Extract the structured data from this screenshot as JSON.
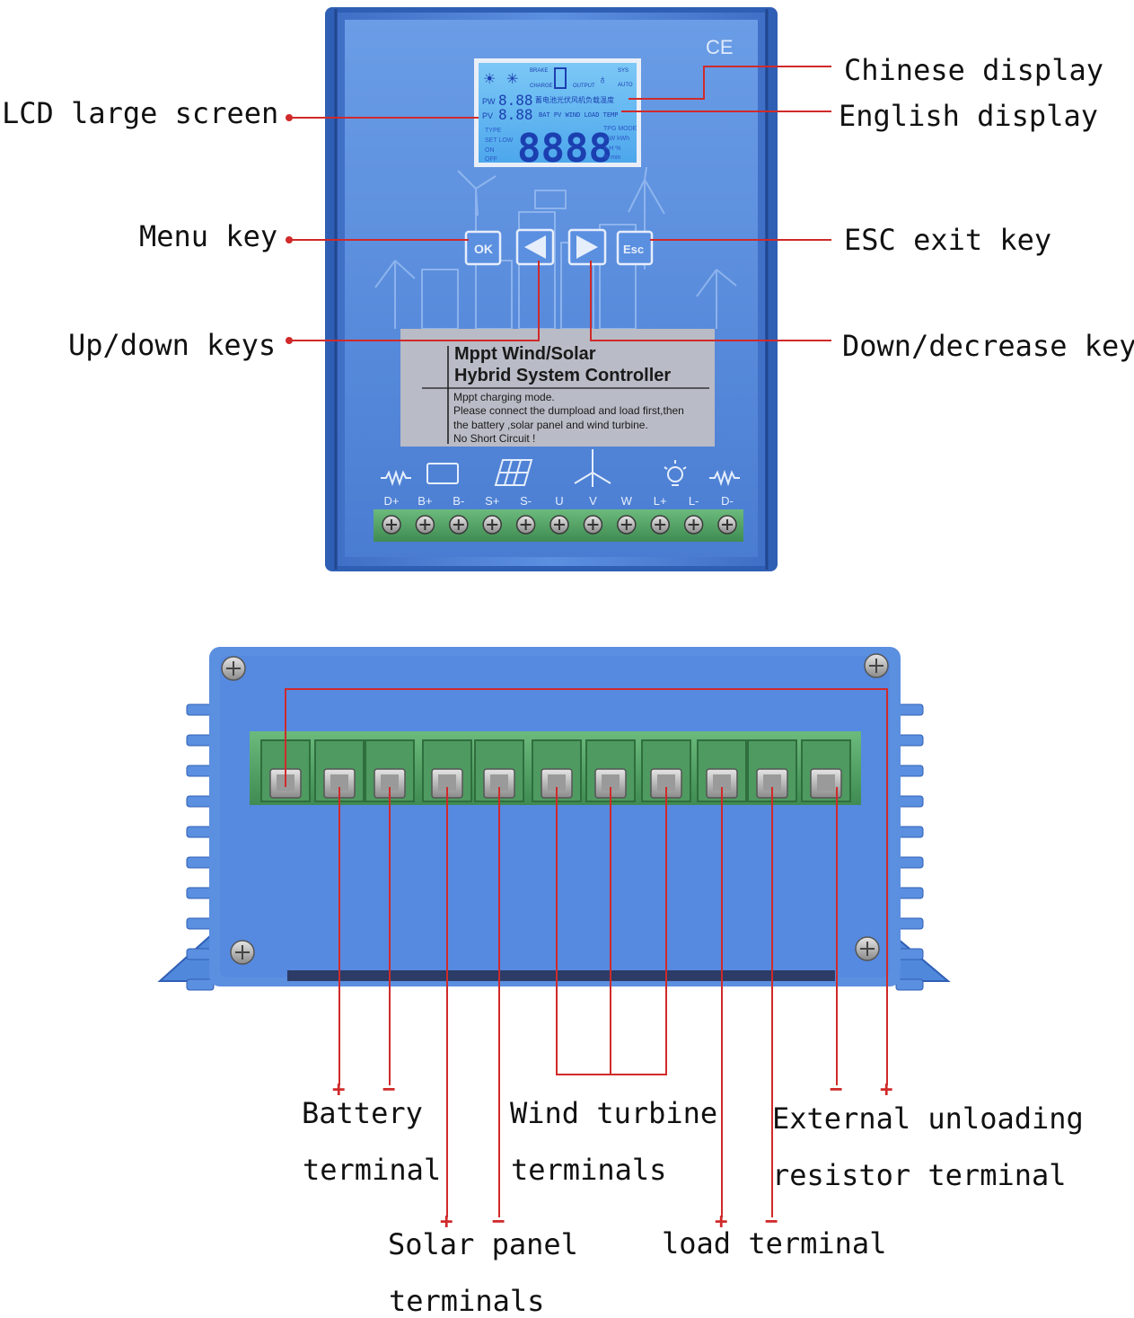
{
  "colors": {
    "leader_line": "#d02a2a",
    "housing_blue": "#4c7fd4",
    "housing_dark": "#2f5fb4",
    "lcd_bg": "#63b8f0",
    "lcd_digit": "#1b3fb0",
    "terminal_green": "#5aa56a",
    "label_text": "#111111",
    "panel_gray": "#b9bcc6"
  },
  "top_view": {
    "ce_mark": "CE",
    "lcd": {
      "pw_label": "PW",
      "pv_label": "PV",
      "small_digits": "8.88",
      "big_digits": "8888",
      "chinese_row": "蓄电池光伏风机负载温度",
      "english_row": "BAT PV WIND LOAD TEMP",
      "top_labels": [
        "BRAKE",
        "CHARGE",
        "OUTPUT",
        "SYS",
        "AUTO"
      ],
      "side_left": [
        "TYPE",
        "SET LOW",
        "ON",
        "OFF"
      ],
      "side_right": [
        "TPG MODE",
        "V W kWh",
        "A H %",
        "% min"
      ]
    },
    "keys": [
      {
        "name": "ok",
        "label": "OK",
        "icon": "ok-key"
      },
      {
        "name": "left",
        "label": "◀",
        "icon": "left-triangle-icon"
      },
      {
        "name": "right",
        "label": "▶",
        "icon": "right-triangle-icon"
      },
      {
        "name": "esc",
        "label": "Esc",
        "icon": "esc-key"
      }
    ],
    "nameplate": {
      "title_line1": "Mppt Wind/Solar",
      "title_line2": "Hybrid System Controller",
      "lines": [
        "Mppt charging mode.",
        "Please connect the dumpload and load first,then",
        "the battery ,solar panel and wind turbine.",
        "No Short Circuit !"
      ]
    },
    "terminal_labels": [
      "D+",
      "B+",
      "B-",
      "S+",
      "S-",
      "U",
      "V",
      "W",
      "L+",
      "L-",
      "D-"
    ],
    "terminal_icons": [
      "resistor-icon",
      "battery-icon",
      "solar-panel-icon",
      "wind-turbine-icon",
      "lamp-icon",
      "resistor-icon"
    ]
  },
  "callouts": {
    "lcd_large_screen": "LCD large screen",
    "menu_key": "Menu key",
    "up_down_keys": "Up/down keys",
    "chinese_display": "Chinese display",
    "english_display": "English display",
    "esc_exit_key": "ESC exit key",
    "down_decrease_key": "Down/decrease key"
  },
  "bottom_labels": {
    "battery_line1": "Battery",
    "battery_line2": "terminal",
    "wind_line1": "Wind turbine",
    "wind_line2": "terminals",
    "external_line1": "External unloading",
    "external_line2": "resistor terminal",
    "solar_line1": "Solar panel",
    "solar_line2": "terminals",
    "load": "load terminal",
    "plus": "+",
    "minus": "−"
  }
}
